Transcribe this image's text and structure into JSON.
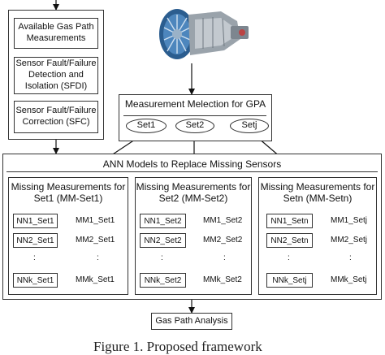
{
  "left_stack": [
    "Available Gas Path Measurements",
    "Sensor Fault/Failure Detection and Isolation (SFDI)",
    "Sensor Fault/Failure Correction (SFC)"
  ],
  "selection": {
    "title": "Measurement Melection for GPA",
    "sets": [
      "Set1",
      "Set2",
      "Setj"
    ]
  },
  "ann": {
    "title": "ANN Models to Replace Missing Sensors",
    "groups": [
      {
        "title": "Missing Measurements for Set1 (MM-Set1)",
        "rows": [
          {
            "nn": "NN1_Set1",
            "mm": "MM1_Set1"
          },
          {
            "nn": "NN2_Set1",
            "mm": "MM2_Set1"
          },
          {
            "nn": "NNk_Set1",
            "mm": "MMk_Set1"
          }
        ]
      },
      {
        "title": "Missing Measurements for Set2 (MM-Set2)",
        "rows": [
          {
            "nn": "NN1_Set2",
            "mm": "MM1_Set2"
          },
          {
            "nn": "NN2_Set2",
            "mm": "MM2_Set2"
          },
          {
            "nn": "NNk_Set2",
            "mm": "MMk_Set2"
          }
        ]
      },
      {
        "title": "Missing Measurements for Setn (MM-Setn)",
        "rows": [
          {
            "nn": "NN1_Setn",
            "mm": "MM1_Setj"
          },
          {
            "nn": "NN2_Setn",
            "mm": "MM2_Setj"
          },
          {
            "nn": "NNk_Setj",
            "mm": "MMk_Setj"
          }
        ]
      }
    ],
    "dots": ":"
  },
  "output": "Gas Path Analysis",
  "caption": "Figure 1. Proposed framework",
  "engine_image": "turbofan-engine"
}
